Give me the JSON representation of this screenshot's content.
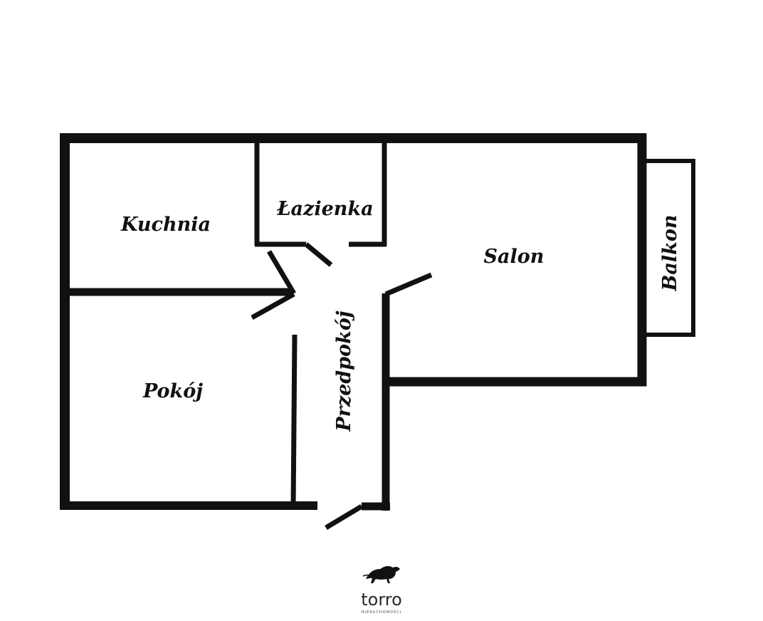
{
  "rooms": {
    "kuchnia": "Kuchnia",
    "lazienka": "Łazienka",
    "salon": "Salon",
    "balkon": "Balkon",
    "pokoj": "Pokój",
    "przedpokoj": "Przedpokój"
  },
  "logo": {
    "name": "torro",
    "subtitle": "NIERUCHOMOŚCI",
    "icon": "bull-icon"
  },
  "colors": {
    "wall": "#111111",
    "background": "#ffffff"
  }
}
